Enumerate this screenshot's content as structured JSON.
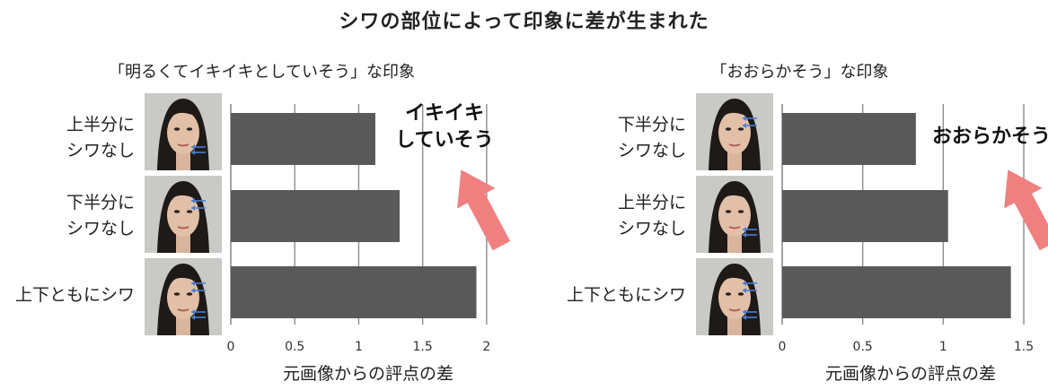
{
  "title": "シワの部位によって印象に差が生まれた",
  "chart_data": [
    {
      "type": "bar",
      "title": "「明るくてイキイキとしていそう」な印象",
      "categories": [
        "上半分にシワなし",
        "下半分にシワなし",
        "上下ともにシワ"
      ],
      "category_lines": [
        [
          "上半分に",
          "シワなし"
        ],
        [
          "下半分に",
          "シワなし"
        ],
        [
          "上下ともにシワ"
        ]
      ],
      "values": [
        1.13,
        1.32,
        1.92
      ],
      "xlabel": "元画像からの評点の差",
      "xlim": [
        0,
        2.05
      ],
      "xticks": [
        0,
        0.5,
        1,
        1.5,
        2
      ],
      "xtick_labels": [
        "0",
        "0.5",
        "1",
        "1.5",
        "2"
      ],
      "grid": true,
      "annotation": [
        "イキイキ",
        "していそう"
      ],
      "bar_color": "#595959",
      "arrow_color": "#f08080",
      "photo_arrow_color": "#4a7fd4"
    },
    {
      "type": "bar",
      "title": "「おおらかそう」な印象",
      "categories": [
        "下半分にシワなし",
        "上半分にシワなし",
        "上下ともにシワ"
      ],
      "category_lines": [
        [
          "下半分に",
          "シワなし"
        ],
        [
          "上半分に",
          "シワなし"
        ],
        [
          "上下ともにシワ"
        ]
      ],
      "values": [
        0.83,
        1.03,
        1.42
      ],
      "xlabel": "元画像からの評点の差",
      "xlim": [
        0,
        1.55
      ],
      "xticks": [
        0,
        0.5,
        1,
        1.5
      ],
      "xtick_labels": [
        "0",
        "0.5",
        "1",
        "1.5"
      ],
      "grid": true,
      "annotation": [
        "おおらかそう"
      ],
      "bar_color": "#595959",
      "arrow_color": "#f08080",
      "photo_arrow_color": "#4a7fd4"
    }
  ]
}
